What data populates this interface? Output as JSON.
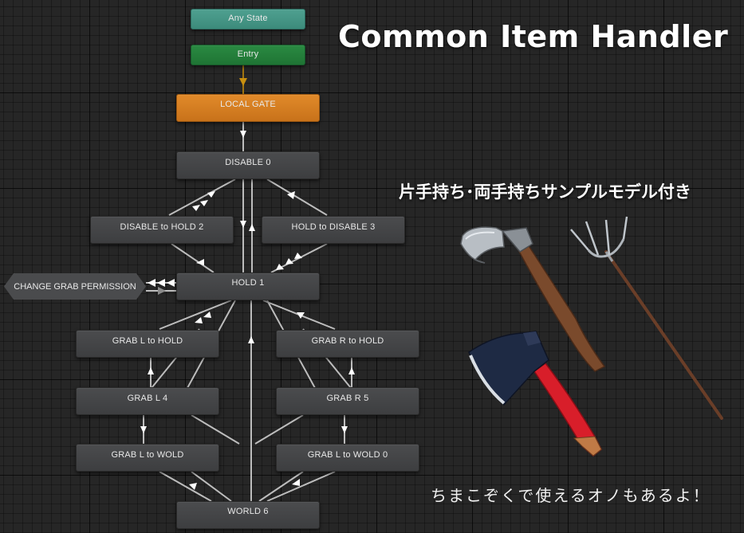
{
  "title": "Common Item Handler",
  "subtitle": "片手持ち･両手持ちサンプルモデル付き",
  "caption": "ちまこぞくで使えるオノもあるよ！",
  "colors": {
    "any_state": "#4fa090",
    "entry": "#2a8a42",
    "local_gate": "#e18a2a",
    "state": "#47484a",
    "transition": "#cfcfcf"
  },
  "states": {
    "any_state": "Any State",
    "entry": "Entry",
    "local_gate": "LOCAL GATE",
    "disable0": "DISABLE 0",
    "disable_to_hold2": "DISABLE to HOLD 2",
    "hold_to_disable3": "HOLD to DISABLE 3",
    "change_grab_permission": "CHANGE GRAB PERMISSION",
    "hold1": "HOLD 1",
    "grab_l_to_hold": "GRAB L to HOLD",
    "grab_r_to_hold": "GRAB R to HOLD",
    "grab_l4": "GRAB L 4",
    "grab_r5": "GRAB R 5",
    "grab_l_to_wold": "GRAB L to WOLD",
    "grab_l_to_wold0": "GRAB L to WOLD 0",
    "world6": "WORLD 6"
  },
  "illustrations": [
    "hand-axe-icon",
    "pitchfork-icon",
    "red-handled-axe-icon"
  ]
}
